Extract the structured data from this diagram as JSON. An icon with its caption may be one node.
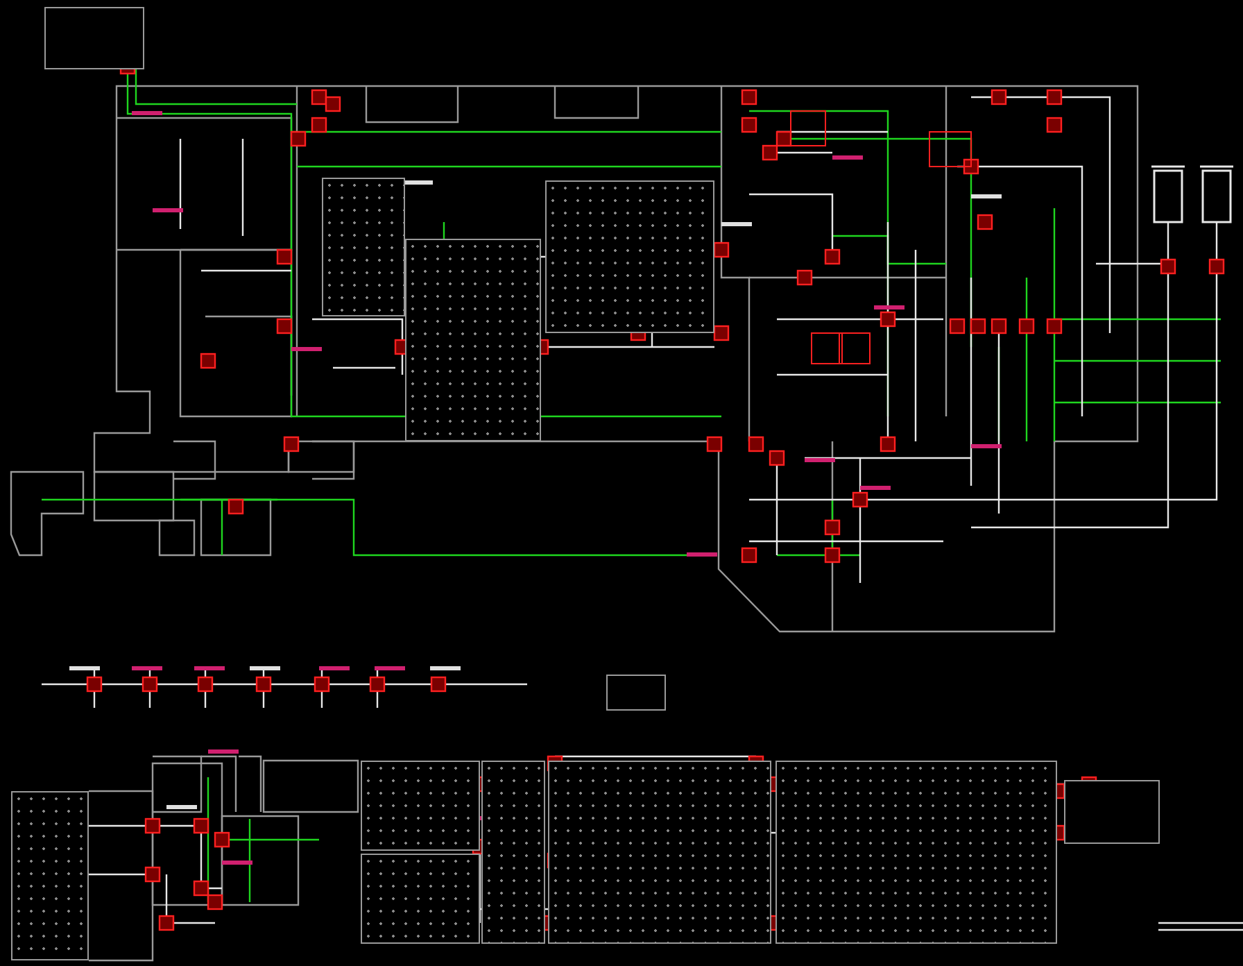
{
  "diagram": {
    "nodes": [
      {
        "text": [],
        "shape": "box"
      },
      {
        "text": [],
        "shape": "box"
      },
      {
        "text": [],
        "shape": "box"
      },
      {
        "text": [],
        "shape": "box"
      },
      {
        "text": [],
        "shape": "box"
      },
      {
        "text": [],
        "shape": "box"
      },
      {
        "text": [],
        "shape": "box"
      },
      {
        "text": [],
        "shape": "box"
      },
      {
        "text": [],
        "shape": "box"
      },
      {
        "text": [],
        "shape": "box"
      },
      {
        "text": [],
        "shape": "box"
      },
      {
        "text": [],
        "shape": "box"
      },
      {
        "text": [],
        "shape": "cylinder"
      },
      {
        "text": [],
        "shape": "cylinder"
      }
    ]
  }
}
